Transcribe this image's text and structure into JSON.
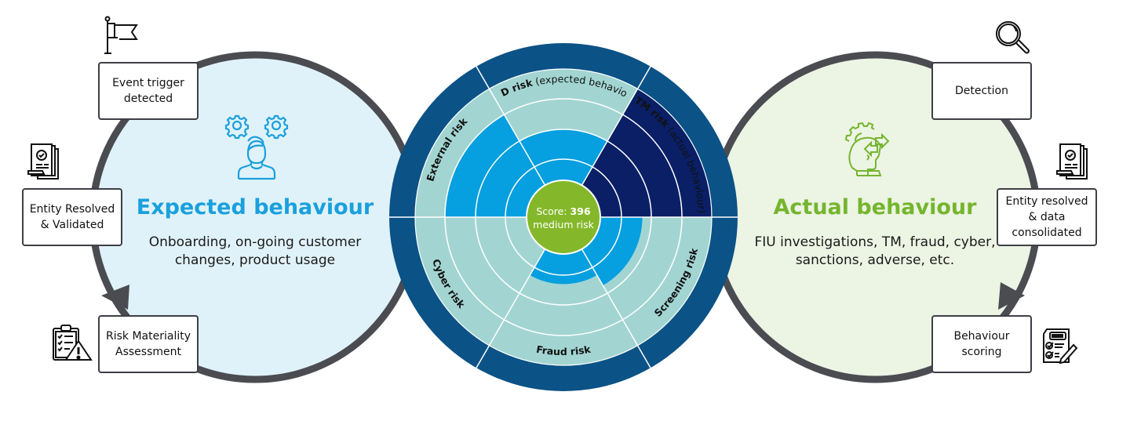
{
  "colors": {
    "expected_bg": "#e0f2f9",
    "actual_bg": "#ecf4e4",
    "cycle_stroke": "#4a4c51",
    "expected_accent": "#1aa0dd",
    "actual_accent": "#75b52e",
    "wheel_outer": "#0b5286",
    "wheel_band": "#a2d5d2",
    "wheel_fill_light": "#069fe0",
    "wheel_fill_dark": "#0a1f66",
    "score_green": "#84b82a",
    "divider": "#ffffff"
  },
  "expected": {
    "title": "Expected behaviour",
    "description_line1": "Onboarding, on-going customer",
    "description_line2": "changes, product usage",
    "icon": "person-gears-icon",
    "steps": [
      {
        "line1": "Event trigger",
        "line2": "detected",
        "icon": "flag-icon"
      },
      {
        "line1": "Entity Resolved",
        "line2": "& Validated",
        "icon": "approved-documents-icon"
      },
      {
        "line1": "Risk Materiality",
        "line2": "Assessment",
        "icon": "clipboard-warning-icon"
      }
    ]
  },
  "actual": {
    "title": "Actual behaviour",
    "description_line1": "FIU investigations, TM, fraud, cyber,",
    "description_line2": "sanctions, adverse, etc.",
    "icon": "head-gear-arrows-icon",
    "steps": [
      {
        "line1": "Detection",
        "icon": "magnifier-icon"
      },
      {
        "line1": "Entity resolved",
        "line2": "& data",
        "line3": "consolidated",
        "icon": "approved-documents-icon"
      },
      {
        "line1": "Behaviour",
        "line2": "scoring",
        "icon": "scoring-sheet-icon"
      }
    ]
  },
  "score": {
    "label": "Score:",
    "value": "396",
    "level": "medium risk"
  },
  "chart_data": {
    "type": "radial-bar",
    "title": "",
    "rings": 4,
    "center_label": "Score: 396 medium risk",
    "sectors": [
      {
        "name": "TM risk",
        "qualifier": "(actual behaviour)",
        "level": 4.0,
        "fill": "dark"
      },
      {
        "name": "CDD risk",
        "qualifier": "(expected behaviour)",
        "level": 2.0,
        "fill": "light"
      },
      {
        "name": "External risk",
        "qualifier": "",
        "level": 3.0,
        "fill": "light"
      },
      {
        "name": "Cyber risk",
        "qualifier": "",
        "level": 0.0,
        "fill": "light"
      },
      {
        "name": "Fraud risk",
        "qualifier": "",
        "level": 1.3,
        "fill": "light"
      },
      {
        "name": "Screening risk",
        "qualifier": "",
        "level": 1.7,
        "fill": "light"
      }
    ]
  }
}
